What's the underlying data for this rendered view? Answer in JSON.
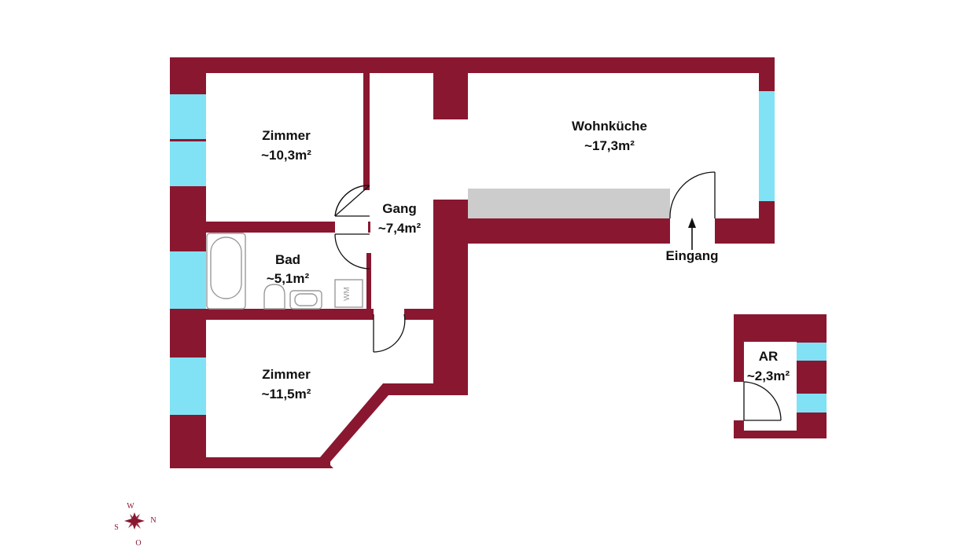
{
  "colors": {
    "wall": "#8a1730",
    "window": "#80e2f4",
    "counter": "#cccccc",
    "background": "#ffffff",
    "fixture_outline": "#9a9a9a",
    "text": "#111111"
  },
  "rooms": [
    {
      "id": "zimmer-1",
      "name": "Zimmer",
      "area": "~10,3m²"
    },
    {
      "id": "gang",
      "name": "Gang",
      "area": "~7,4m²"
    },
    {
      "id": "wohnkueche",
      "name": "Wohnküche",
      "area": "~17,3m²"
    },
    {
      "id": "bad",
      "name": "Bad",
      "area": "~5,1m²"
    },
    {
      "id": "zimmer-2",
      "name": "Zimmer",
      "area": "~11,5m²"
    },
    {
      "id": "ar",
      "name": "AR",
      "area": "~2,3m²"
    }
  ],
  "entrance": {
    "label": "Eingang"
  },
  "fixtures": {
    "washing_machine": "WM"
  },
  "compass": {
    "north": "N",
    "south": "S",
    "west": "W",
    "east": "O"
  }
}
